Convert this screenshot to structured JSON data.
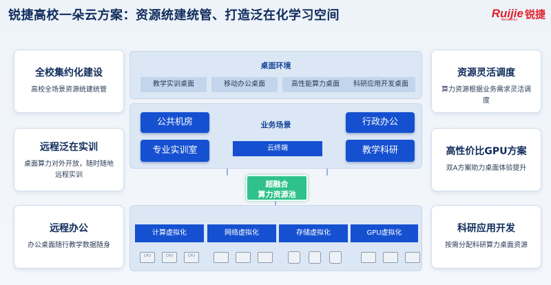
{
  "header": {
    "title": "锐捷高校一朵云方案：资源统建统管、打造泛在化学习空间",
    "logo_main": "Ruijie",
    "logo_cn": "锐捷",
    "logo_sub": "Networks"
  },
  "left_cards": [
    {
      "title": "全校集约化建设",
      "desc": "高校全场景资源统建统管"
    },
    {
      "title": "远程泛在实训",
      "desc": "桌面算力对外开放，随时随地远程实训"
    },
    {
      "title": "远程办公",
      "desc": "办公桌面随行教学数据随身"
    }
  ],
  "right_cards": [
    {
      "title": "资源灵活调度",
      "desc": "算力资源根据业务需求灵活调度"
    },
    {
      "title": "高性价比GPU方案",
      "desc": "双A方案助力桌面体验提升"
    },
    {
      "title": "科研应用开发",
      "desc": "按需分配科研算力桌面资源"
    }
  ],
  "desktop_env": {
    "title": "桌面环境",
    "items": [
      "教学实训桌面",
      "移动办公桌面",
      "高性能算力桌面",
      "科研应用开发桌面"
    ]
  },
  "business": {
    "title": "业务场景",
    "left": [
      "公共机房",
      "专业实训室"
    ],
    "right": [
      "行政办公",
      "教学科研"
    ],
    "center": "云终端"
  },
  "hub": {
    "line1": "超融合",
    "line2": "算力资源池"
  },
  "virtualization": {
    "items": [
      "计算虚拟化",
      "网络虚拟化",
      "存储虚拟化",
      "GPU虚拟化"
    ],
    "chip_label": "CPU"
  }
}
